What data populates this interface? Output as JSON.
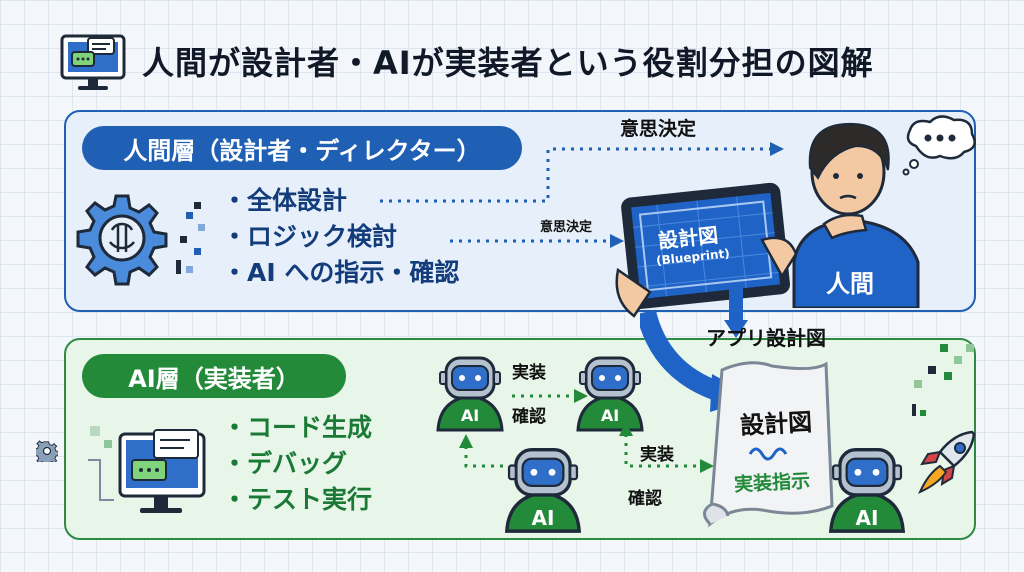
{
  "title": "人間が設計者・AIが実装者という役割分担の図解",
  "human_layer": {
    "heading": "人間層（設計者・ディレクター）",
    "items": [
      "全体設計",
      "ロジック検討",
      "AI への指示・確認"
    ],
    "decision_top": "意思決定",
    "decision_mid": "意思決定",
    "tablet_title": "設計図",
    "tablet_subtitle": "(Blueprint)",
    "human_label": "人間"
  },
  "flow_label": "アプリ設計図",
  "ai_layer": {
    "heading": "AI層（実装者）",
    "items": [
      "コード生成",
      "デバッグ",
      "テスト実行"
    ],
    "robot_label": "AI",
    "implement_label_1": "実装",
    "confirm_label_1": "確認",
    "implement_label_2": "実装",
    "confirm_label_2": "確認",
    "scroll_title": "設計図",
    "scroll_subtitle": "実装指示"
  },
  "colors": {
    "human": "#1f5fb4",
    "ai": "#238a3a",
    "background": "#f3f7fb"
  },
  "icons": [
    "monitor-chat-icon",
    "gear-brain-icon",
    "blueprint-tablet-icon",
    "thought-bubble-icon",
    "robot-icon",
    "scroll-icon",
    "rocket-icon",
    "small-gear-icon"
  ]
}
